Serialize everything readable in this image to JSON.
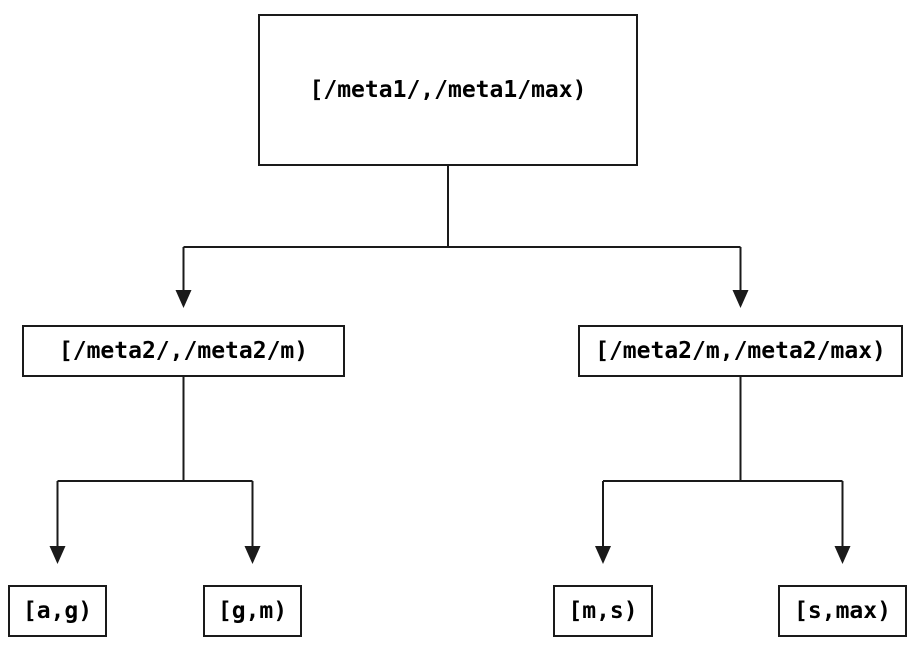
{
  "diagram": {
    "type": "binary-tree",
    "description": "Key-range partition tree",
    "nodes": [
      {
        "id": "root",
        "level": 0,
        "label": "[/meta1/,/meta1/max)"
      },
      {
        "id": "left",
        "level": 1,
        "label": "[/meta2/,/meta2/m)"
      },
      {
        "id": "right",
        "level": 1,
        "label": "[/meta2/m,/meta2/max)"
      },
      {
        "id": "left-left",
        "level": 2,
        "label": "[a,g)"
      },
      {
        "id": "left-right",
        "level": 2,
        "label": "[g,m)"
      },
      {
        "id": "right-left",
        "level": 2,
        "label": "[m,s)"
      },
      {
        "id": "right-right",
        "level": 2,
        "label": "[s,max)"
      }
    ],
    "edges": [
      {
        "from": "root",
        "to": "left"
      },
      {
        "from": "root",
        "to": "right"
      },
      {
        "from": "left",
        "to": "left-left"
      },
      {
        "from": "left",
        "to": "left-right"
      },
      {
        "from": "right",
        "to": "right-left"
      },
      {
        "from": "right",
        "to": "right-right"
      }
    ],
    "colors": {
      "background": "#ffffff",
      "box_fill": "#ffffff",
      "box_border": "#1a1a1a",
      "line": "#1a1a1a",
      "text": "#000000"
    }
  }
}
